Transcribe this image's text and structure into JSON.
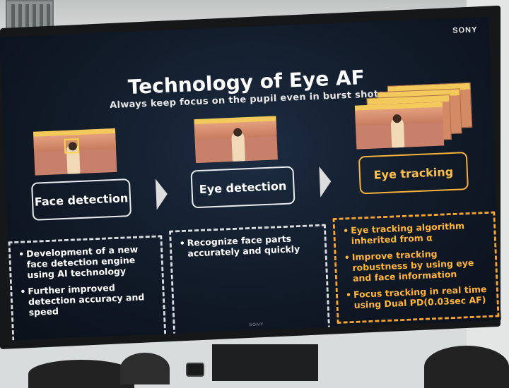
{
  "brand": "SONY",
  "brand_bottom": "SONY",
  "title": "Technology of Eye AF",
  "subtitle": "Always keep focus on the pupil even in burst shots",
  "stages": [
    {
      "label": "Face detection"
    },
    {
      "label": "Eye detection"
    },
    {
      "label": "Eye tracking"
    }
  ],
  "panels": [
    {
      "items": [
        "Development of a new face detection engine using AI technology",
        "Further improved detection accuracy and speed"
      ]
    },
    {
      "items": [
        "Recognize face parts accurately and quickly"
      ]
    },
    {
      "items": [
        "Eye tracking algorithm inherited from α",
        "Improve tracking robustness by using eye and face information",
        "Focus tracking in real time using Dual PD(0.03sec AF)"
      ]
    }
  ],
  "colors": {
    "accent_orange": "#f7a52e",
    "screen_bg": "#111a28",
    "text": "#ffffff"
  }
}
